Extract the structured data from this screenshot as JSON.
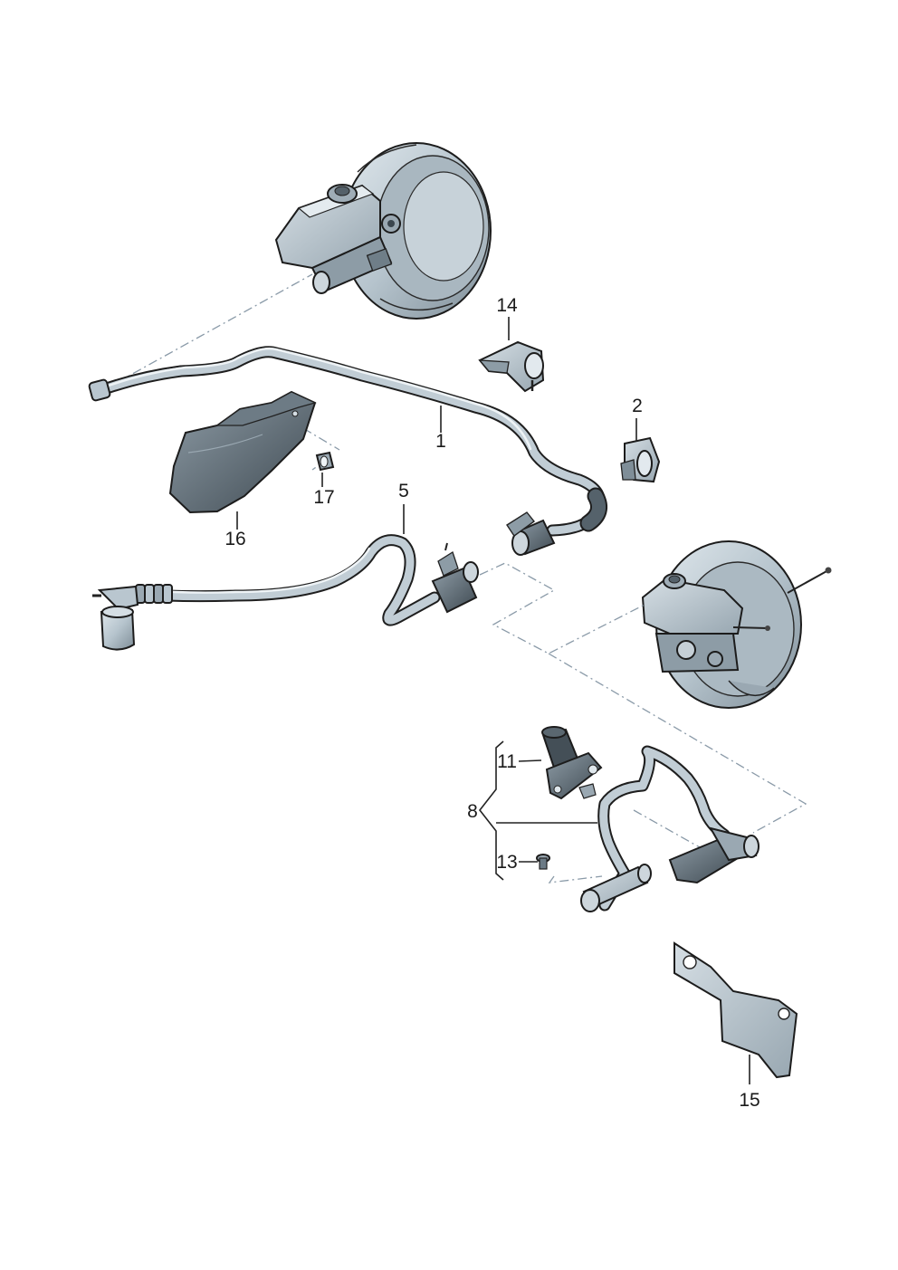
{
  "diagram": {
    "colors": {
      "part_fill": "#b9c6cf",
      "part_light": "#d8e1e7",
      "part_dark": "#6b7a85",
      "part_darkest": "#3a444b",
      "outline": "#1c1c1c",
      "phantom_line": "#8a9aa8"
    },
    "callouts": {
      "c1": "1",
      "c2": "2",
      "c5": "5",
      "c8": "8",
      "c11": "11",
      "c13": "13",
      "c14": "14",
      "c15": "15",
      "c16": "16",
      "c17": "17"
    }
  }
}
